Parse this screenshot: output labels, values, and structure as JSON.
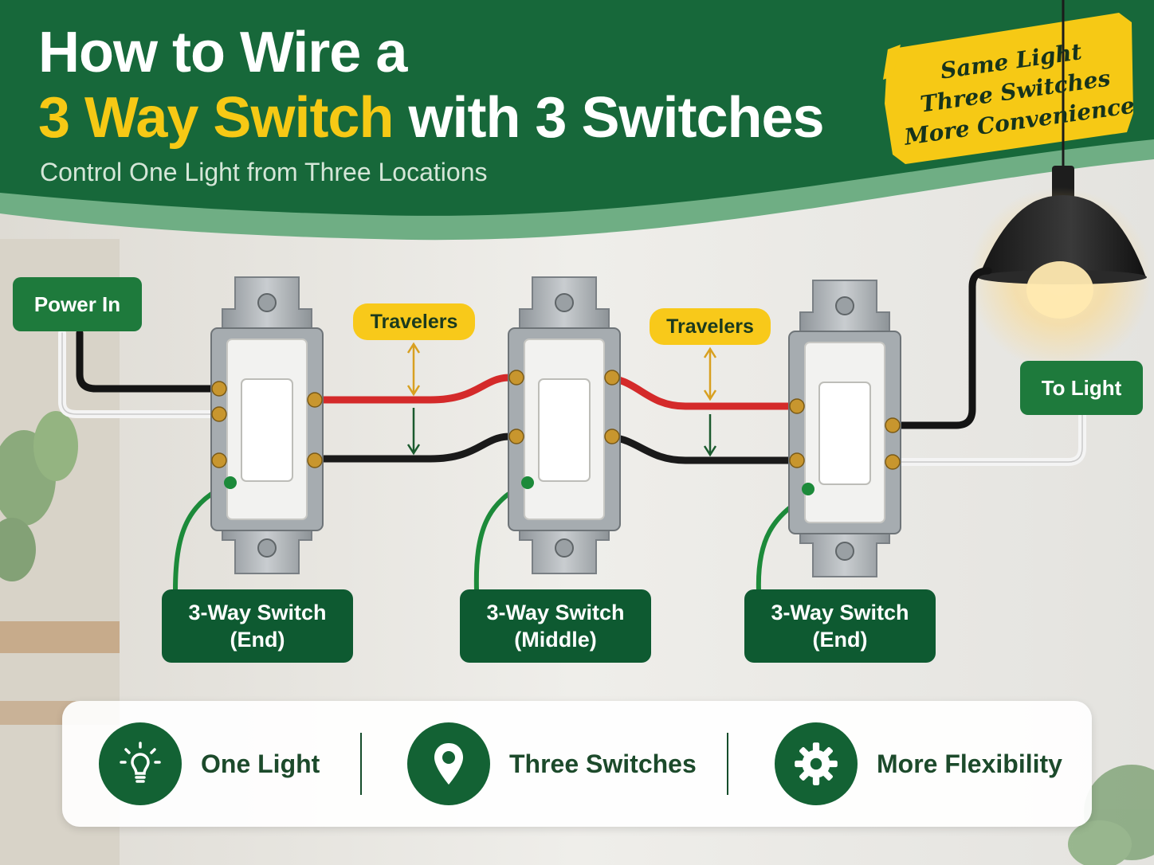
{
  "header": {
    "title_line1": "How to Wire a",
    "title_line2_highlight": "3 Way Switch",
    "title_line2_rest": " with 3 Switches",
    "subtitle": "Control One Light from Three Locations"
  },
  "note": {
    "lines": [
      "Same Light",
      "Three Switches",
      "More Convenience"
    ]
  },
  "labels": {
    "power_in": "Power In",
    "to_light": "To Light",
    "travelers_1": "Travelers",
    "travelers_2": "Travelers"
  },
  "switches": [
    {
      "line1": "3-Way Switch",
      "line2": "(End)"
    },
    {
      "line1": "3-Way Switch",
      "line2": "(Middle)"
    },
    {
      "line1": "3-Way Switch",
      "line2": "(End)"
    }
  ],
  "features": [
    {
      "label": "One Light",
      "icon": "lightbulb-icon"
    },
    {
      "label": "Three Switches",
      "icon": "location-pin-icon"
    },
    {
      "label": "More Flexibility",
      "icon": "gear-icon"
    }
  ],
  "colors": {
    "brand_green": "#1e7a3c",
    "dark_green": "#0e5a31",
    "accent_yellow": "#f6c915",
    "traveler_red": "#d42a2a",
    "hot_black": "#1a1a1a",
    "neutral_white": "#f4f4f4",
    "ground_green": "#1c8a3a"
  }
}
